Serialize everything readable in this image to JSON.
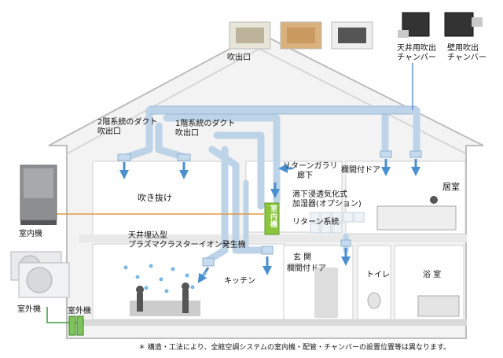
{
  "labels": {
    "outlet": "吹出口",
    "ceiling_chamber": "天井用吹出\nチャンバー",
    "wall_chamber": "壁用吹出\nチャンバー",
    "duct_2f": "2階系統のダクト\n吹出口",
    "duct_1f": "1階系統のダクト\n吹出口",
    "return_gallery": "リターンガラリ",
    "corridor": "廊下",
    "ranma_door_1": "欄間付ドア",
    "bedroom": "居室",
    "stairwell": "吹き抜け",
    "humidifier": "滴下浸透気化式\n加湿器(オプション)",
    "return_system": "リターン系統",
    "indoor_unit_text": "室内機",
    "indoor_unit": "室内機",
    "outdoor_unit": "室外機",
    "outdoor_unit_2": "室外機",
    "plasma_gen": "天井埋込型\nプラズマクラスターイオン発生機",
    "entrance": "玄 関",
    "ranma_door_2": "欄間付ドア",
    "kitchen": "キッチン",
    "toilet": "トイレ",
    "bath": "浴 室",
    "note": "＊ 構造・工法により、全館空調システムの室内機・配管・チャンバーの設置位置等は異なります。"
  },
  "colors": {
    "duct": "#bcd3e8",
    "duct_edge": "#9ab8d4",
    "arrow": "#4a8fd0",
    "orange_line": "#e39a45",
    "green_line": "#3c9a3c",
    "indoor_unit": "#8cc63f",
    "house": "#f2f2f2",
    "house_edge": "#bdbdbd"
  }
}
